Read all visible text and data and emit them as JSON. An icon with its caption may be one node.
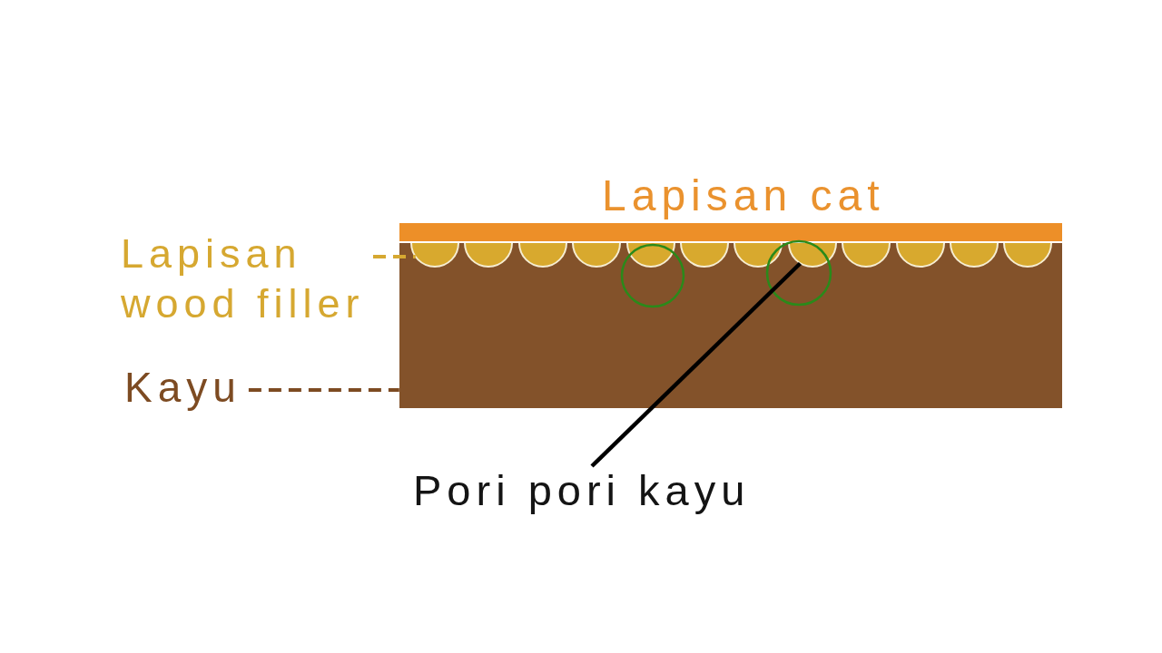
{
  "diagram": {
    "nodes": [
      {
        "text": [],
        "shape": "bar"
      },
      {
        "text": [
          "Lapisan wood filler"
        ]
      },
      {
        "text": [],
        "shape": "box"
      },
      {
        "text": [],
        "shape": "semicircle",
        "in": 2
      },
      {
        "text": [],
        "shape": "semicircle",
        "in": 2
      },
      {
        "text": [],
        "shape": "semicircle",
        "in": 2
      },
      {
        "text": [],
        "shape": "semicircle",
        "in": 2
      },
      {
        "text": [],
        "shape": "semicircle",
        "in": 2
      },
      {
        "text": [],
        "shape": "semicircle",
        "in": 2
      },
      {
        "text": [],
        "shape": "semicircle",
        "in": 2
      },
      {
        "text": [],
        "shape": "semicircle",
        "in": 2
      },
      {
        "text": [],
        "shape": "semicircle",
        "in": 2
      },
      {
        "text": [],
        "shape": "semicircle",
        "in": 2
      },
      {
        "text": [],
        "shape": "semicircle",
        "in": 2
      },
      {
        "text": [],
        "shape": "semicircle",
        "in": 2
      },
      {
        "text": [
          "Kayu"
        ]
      },
      {
        "text": [
          "Pori pori kayu"
        ]
      }
    ],
    "edges": [
      {
        "from": 1,
        "to": 3,
        "arrow": "none",
        "style": "dashed",
        "color": "#d6a831"
      },
      {
        "from": 15,
        "to": 2,
        "arrow": "none",
        "style": "dashed",
        "color": "#7d4b22"
      },
      {
        "from": 16,
        "to": 10,
        "arrow": "none",
        "color": "#000000"
      }
    ],
    "labels": [
      "Lapisan cat"
    ]
  }
}
